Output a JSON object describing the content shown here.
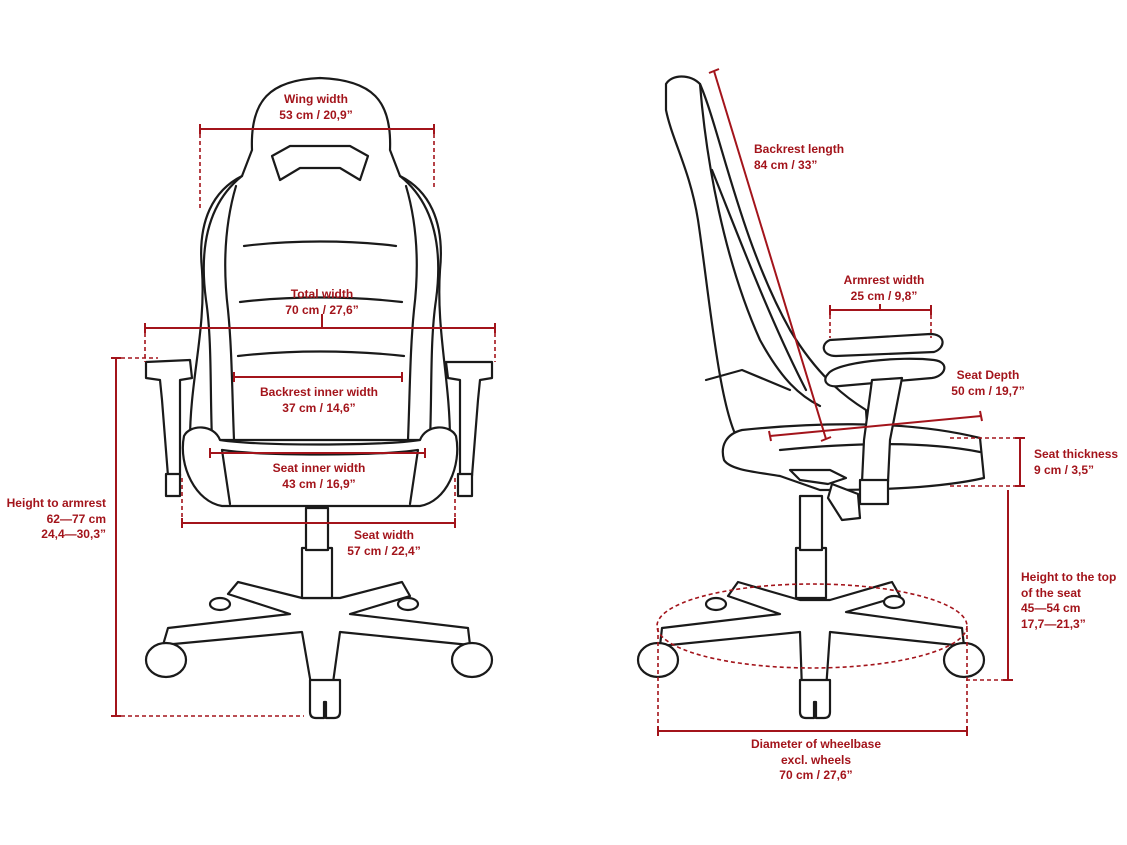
{
  "colors": {
    "dimension": "#a3141b",
    "outline": "#1a1a1a",
    "background": "#ffffff"
  },
  "front": {
    "wing_width": {
      "label": "Wing width",
      "value": "53 cm / 20,9”"
    },
    "total_width": {
      "label": "Total width",
      "value": "70 cm / 27,6”"
    },
    "backrest_inner_width": {
      "label": "Backrest inner width",
      "value": "37 cm / 14,6”"
    },
    "seat_inner_width": {
      "label": "Seat inner width",
      "value": "43 cm / 16,9”"
    },
    "seat_width": {
      "label": "Seat width",
      "value": "57 cm / 22,4”"
    },
    "height_to_armrest": {
      "label": "Height to armrest",
      "value_cm": "62—77 cm",
      "value_in": "24,4—30,3”"
    }
  },
  "side": {
    "backrest_length": {
      "label": "Backrest length",
      "value": "84 cm / 33”"
    },
    "armrest_width": {
      "label": "Armrest width",
      "value": "25 cm / 9,8”"
    },
    "seat_depth": {
      "label": "Seat Depth",
      "value": "50 cm / 19,7”"
    },
    "seat_thickness": {
      "label": "Seat thickness",
      "value": "9 cm / 3,5”"
    },
    "height_to_seat": {
      "label_line1": "Height to the top",
      "label_line2": "of the seat",
      "value_cm": "45—54 cm",
      "value_in": "17,7—21,3”"
    },
    "wheelbase_diameter": {
      "label_line1": "Diameter of wheelbase",
      "label_line2": "excl. wheels",
      "value": "70 cm / 27,6”"
    }
  }
}
